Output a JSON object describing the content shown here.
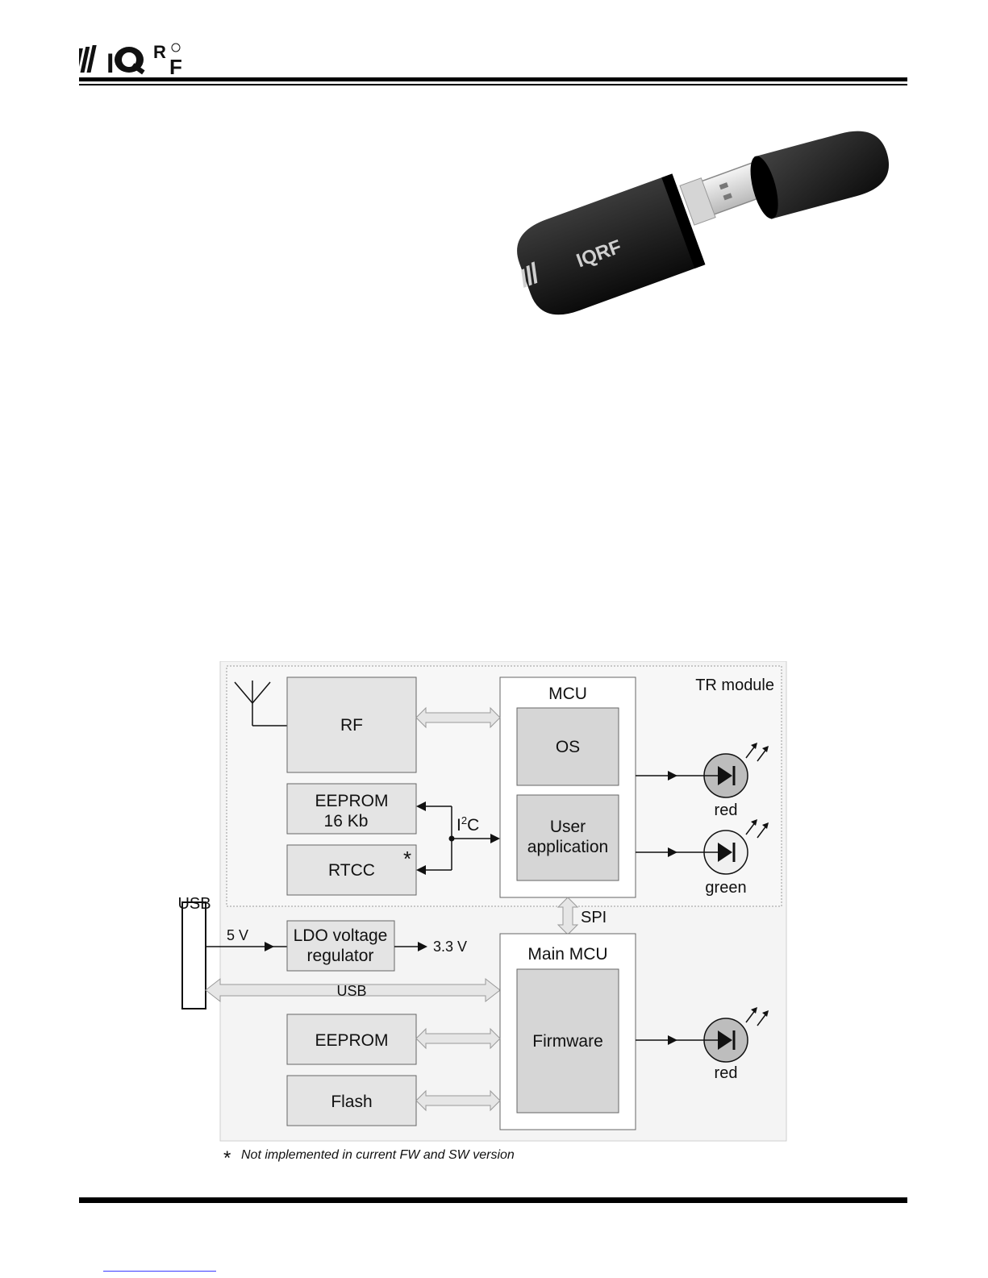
{
  "header": {
    "logo_text": "IQRF"
  },
  "product_image": {
    "logo_text": "IQRF"
  },
  "diagram": {
    "group_label": "TR module",
    "rf": "RF",
    "eeprom_tr_line1": "EEPROM",
    "eeprom_tr_line2": "16 Kb",
    "rtcc": "RTCC",
    "rtcc_mark": "*",
    "i2c_main": "I",
    "i2c_sup": "2",
    "i2c_tail": "C",
    "mcu": "MCU",
    "os": "OS",
    "user_app_line1": "User",
    "user_app_line2": "application",
    "led_red_top": "red",
    "led_green": "green",
    "spi": "SPI",
    "usb_connector": "USB",
    "voltage_in": "5 V",
    "ldo_line1": "LDO voltage",
    "ldo_line2": "regulator",
    "voltage_out": "3.3 V",
    "usb_bus": "USB",
    "main_mcu": "Main MCU",
    "firmware": "Firmware",
    "eeprom_main": "EEPROM",
    "flash": "Flash",
    "led_red_bottom": "red",
    "footnote_mark": "*",
    "footnote_text": "Not implemented in current FW and SW version"
  }
}
